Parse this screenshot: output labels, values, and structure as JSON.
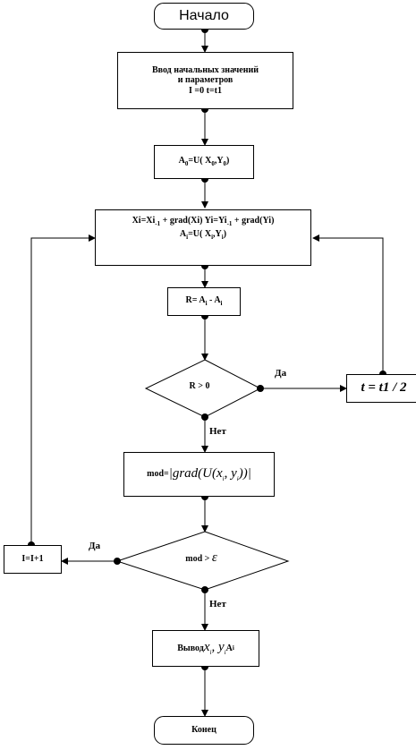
{
  "nodes": {
    "start": {
      "label": "Начало"
    },
    "input": {
      "line1": "Ввод начальных значений",
      "line2": "и параметров",
      "line3": "I =0  t=t1"
    },
    "a0": {
      "text": "A",
      "sub1": "0",
      "rest": "=U( X",
      "sub2": "0",
      "comma": ",Y",
      "sub3": "0",
      "close": ")"
    },
    "step": {
      "line1a": "Xi=Xi",
      "line1sub1": "-1",
      "line1b": " + grad(Xi)    Yi=Yi",
      "line1sub2": "-1",
      "line1c": " + grad(Yi)",
      "line2a": "A",
      "line2sub1": "i",
      "line2b": "=U( X",
      "line2sub2": "i",
      "line2c": ",Y",
      "line2sub3": "i",
      "line2d": ")"
    },
    "diff": {
      "a": "R= A",
      "sub1": "i",
      "b": " - A",
      "sub2": "i"
    },
    "cond1": {
      "text": "R > 0"
    },
    "halve": {
      "text": "t = t1 / 2"
    },
    "mod": {
      "prefix": "mod=",
      "formula": "|grad(U(x",
      "sub1": "i",
      "mid": ", y",
      "sub2": "i",
      "end": "))|"
    },
    "cond2": {
      "prefix": "mod > ",
      "symbol": "ε"
    },
    "inc": {
      "text": "I=I+1"
    },
    "output": {
      "prefix": "Вывод ",
      "x": "x",
      "sub1": "i",
      "comma": ", y",
      "sub2": "i",
      "a": " A",
      "sub3": "i"
    },
    "end": {
      "label": "Конец"
    }
  },
  "edge_labels": {
    "yes1": "Да",
    "no1": "Нет",
    "yes2": "Да",
    "no2": "Нет"
  }
}
